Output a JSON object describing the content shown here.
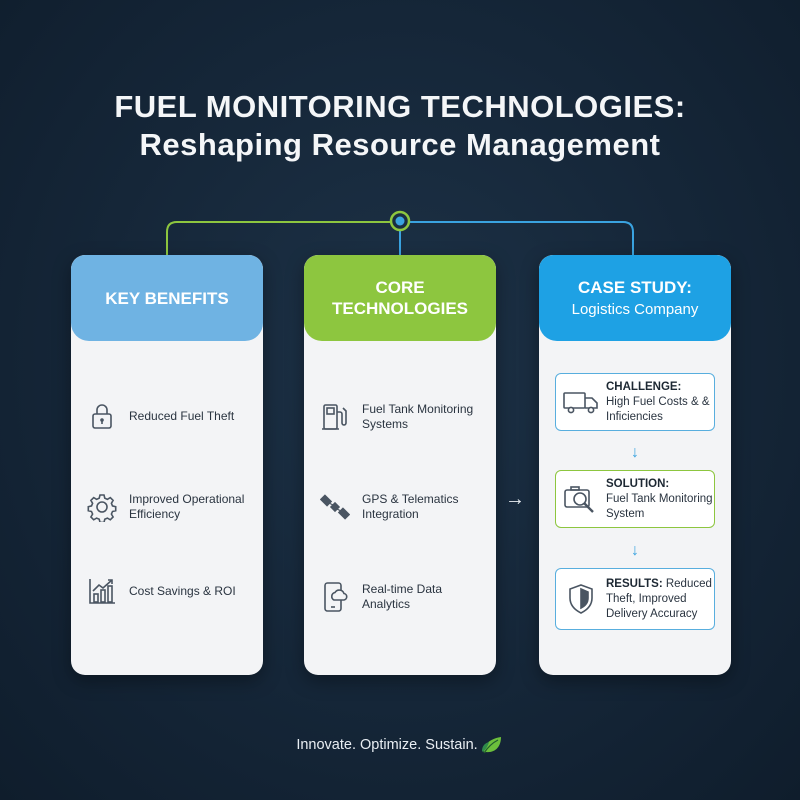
{
  "title": {
    "line1": "FUEL MONITORING TECHNOLOGIES:",
    "line2": "Reshaping Resource Management"
  },
  "colors": {
    "benefits_header": "#6fb3e3",
    "tech_header": "#8dc63f",
    "case_header": "#1ea1e4",
    "connector_green": "#8dc63f",
    "connector_blue": "#3aa3e0"
  },
  "benefits": {
    "header": "KEY BENEFITS",
    "items": [
      {
        "icon": "lock-icon",
        "label": "Reduced Fuel Theft"
      },
      {
        "icon": "gear-icon",
        "label": "Improved Operational Efficiency"
      },
      {
        "icon": "chart-growth-icon",
        "label": "Cost Savings & ROI"
      }
    ]
  },
  "technologies": {
    "header_line1": "CORE",
    "header_line2": "TECHNOLOGIES",
    "items": [
      {
        "icon": "fuel-pump-icon",
        "label": "Fuel Tank Monitoring Systems"
      },
      {
        "icon": "satellite-icon",
        "label": "GPS & Telematics Integration"
      },
      {
        "icon": "phone-cloud-icon",
        "label": "Real-time Data Analytics"
      }
    ]
  },
  "case_study": {
    "header_line1": "CASE STUDY:",
    "header_line2": "Logistics Company",
    "steps": [
      {
        "icon": "truck-icon",
        "label": "CHALLENGE:",
        "text": "High Fuel Costs & & Inficiencies"
      },
      {
        "icon": "camera-search-icon",
        "label": "SOLUTION:",
        "text": "Fuel Tank Monitoring System"
      },
      {
        "icon": "shield-icon",
        "label": "RESULTS:",
        "text": "Reduced Theft, Improved Delivery Accuracy"
      }
    ]
  },
  "flow_arrow": "→",
  "down_arrow": "↓",
  "footer": {
    "text": "Innovate. Optimize. Sustain.",
    "icon": "leaf-icon"
  }
}
